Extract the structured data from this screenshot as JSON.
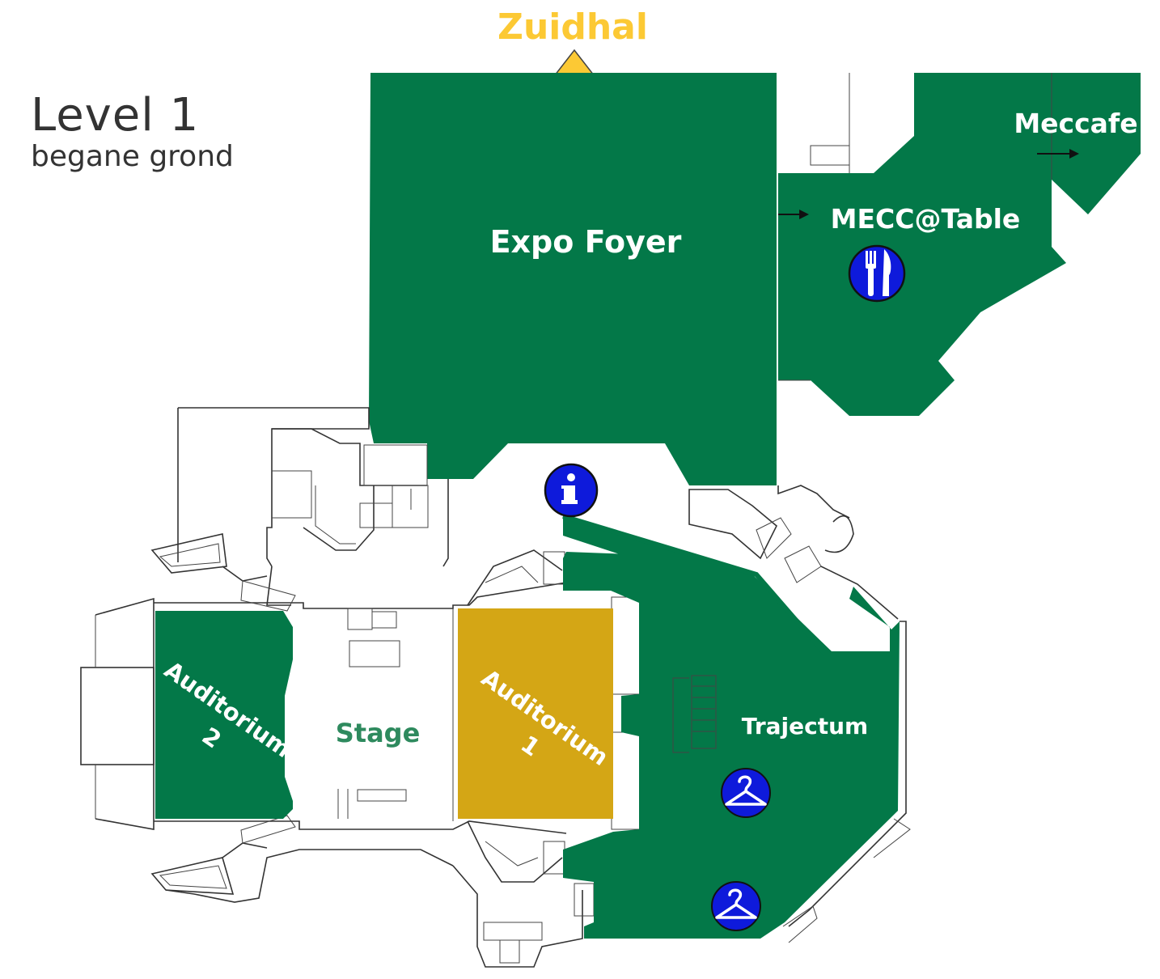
{
  "header": {
    "level": "Level 1",
    "sublevel": "begane grond"
  },
  "direction": {
    "label": "Zuidhal"
  },
  "rooms": {
    "expo_foyer": "Expo Foyer",
    "mecc_table": "MECC@Table",
    "meccafe": "Meccafe",
    "auditorium2_line1": "Auditorium",
    "auditorium2_line2": "2",
    "stage": "Stage",
    "auditorium1_line1": "Auditorium",
    "auditorium1_line2": "1",
    "trajectum": "Trajectum"
  },
  "icons": {
    "info": "info-icon",
    "restaurant": "cutlery-icon",
    "cloakroom": "coat-hanger-icon"
  },
  "colors": {
    "room_green": "#037848",
    "auditorium_gold": "#d4a615",
    "direction_yellow": "#fcc934",
    "icon_blue": "#0e1adb",
    "stage_text": "#2e8a5e",
    "heading_text": "#333333"
  }
}
